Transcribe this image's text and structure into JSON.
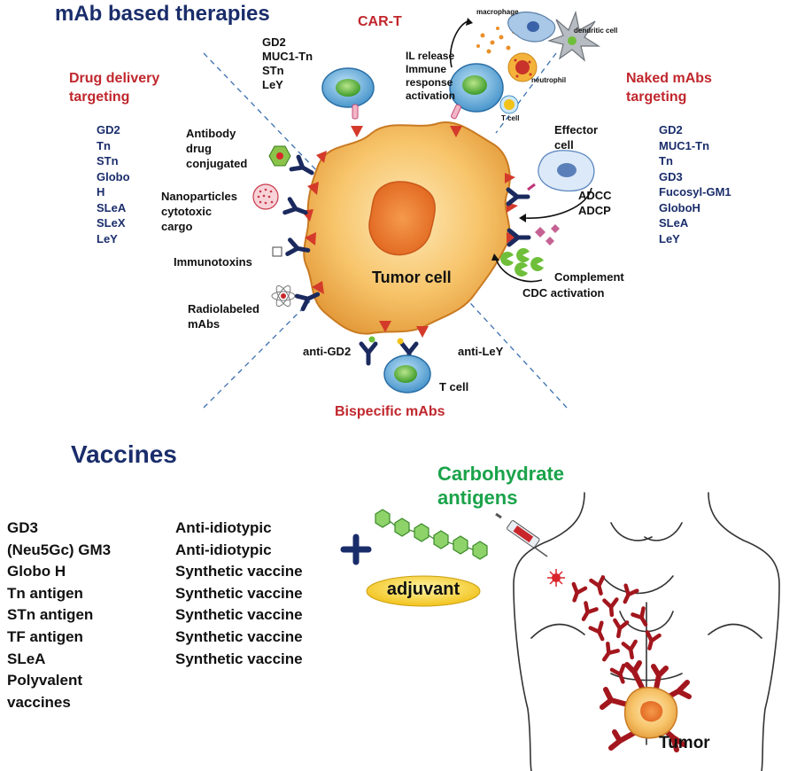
{
  "titles": {
    "mab": "mAb based therapies",
    "cart": "CAR-T",
    "vaccines": "Vaccines",
    "carb_line1": "Carbohydrate",
    "carb_line2": "antigens",
    "adjuvant": "adjuvant",
    "tumor_cell": "Tumor cell",
    "tumor": "Tumor",
    "bispecific": "Bispecific mAbs"
  },
  "drug_delivery": {
    "heading_line1": "Drug delivery",
    "heading_line2": "targeting",
    "antigens": [
      "GD2",
      "Tn",
      "STn",
      "Globo",
      "H",
      "SLeA",
      "SLeX",
      "LeY"
    ]
  },
  "naked": {
    "heading_line1": "Naked mAbs",
    "heading_line2": "targeting",
    "antigens": [
      "GD2",
      "MUC1-Tn",
      "Tn",
      "GD3",
      "Fucosyl-GM1",
      "GloboH",
      "SLeA",
      "LeY"
    ]
  },
  "cart_antigens": [
    "GD2",
    "MUC1-Tn",
    "STn",
    "LeY"
  ],
  "labels": {
    "il_release": [
      "IL release",
      "Immune",
      "response",
      "activation"
    ],
    "macrophage": "macrophage",
    "dendritic": "dendritic cell",
    "neutrophil": "neutrophil",
    "tcell_small": "T cell",
    "adc": [
      "Antibody",
      "drug",
      "conjugated"
    ],
    "nano": [
      "Nanoparticles",
      "cytotoxic",
      "cargo"
    ],
    "immunotoxins": "Immunotoxins",
    "radio": [
      "Radiolabeled",
      "mAbs"
    ],
    "effector": [
      "Effector",
      "cell"
    ],
    "adcc": "ADCC",
    "adcp": "ADCP",
    "complement": "Complement",
    "cdc": "CDC activation",
    "anti_gd2": "anti-GD2",
    "anti_ley": "anti-LeY",
    "tcell_bottom": "T cell"
  },
  "vaccines": {
    "antigens": [
      "GD3",
      "(Neu5Gc) GM3",
      "Globo H",
      "Tn antigen",
      "STn antigen",
      "TF antigen",
      "SLeA",
      "Polyvalent",
      "vaccines"
    ],
    "types": [
      "Anti-idiotypic",
      "Anti-idiotypic",
      "Synthetic vaccine",
      "Synthetic vaccine",
      "Synthetic vaccine",
      "Synthetic vaccine",
      "Synthetic vaccine"
    ]
  },
  "colors": {
    "navy": "#1a2d6b",
    "red": "#c0272d",
    "green": "#1aa34a",
    "tumor_fill": "#f7c46a",
    "antibody": "#1b2a5e"
  }
}
